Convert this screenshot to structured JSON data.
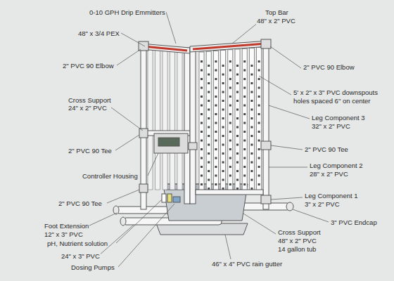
{
  "diagram": {
    "labels": [
      "0-10 GPH Drip Emmitters",
      "48\" x 3/4 PEX",
      "Top Bar",
      "48\" x 2\" PVC",
      "2\" PVC 90 Elbow",
      "2\" PVC 90 Elbow",
      "Cross Support",
      "24\" x 2\" PVC",
      "5' x 2\" x 3\" PVC downspouts",
      "holes spaced 6\" on center",
      "Leg Component 3",
      "32\" x 2\" PVC",
      "2\" PVC 90 Tee",
      "2\" PVC 90 Tee",
      "Controller Housing",
      "Leg Component 2",
      "28\" x 2\" PVC",
      "2\" PVC 90 Tee",
      "Leg Component 1",
      "3\" x 2\" PVC",
      "3\" PVC Endcap",
      "Foot Extension",
      "12\" x 3\" PVC",
      "pH, Nutrient solution",
      "Cross Support",
      "48\" x 2\" PVC",
      "14 gallon tub",
      "24\" x 3\" PVC",
      "Dosing Pumps",
      "46\" x 4\" PVC rain gutter"
    ]
  }
}
